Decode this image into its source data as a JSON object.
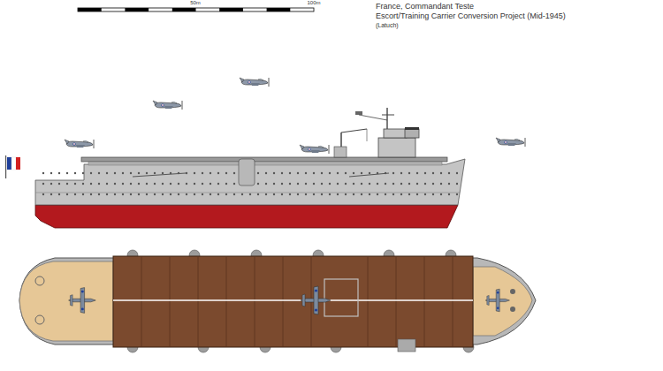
{
  "diagram": {
    "title": "France, Commandant Teste",
    "labels": [
      "50m",
      "100m",
      "Escort/Training Carrier Conversion Project (Mid-1945)",
      "(Latuch)"
    ]
  }
}
